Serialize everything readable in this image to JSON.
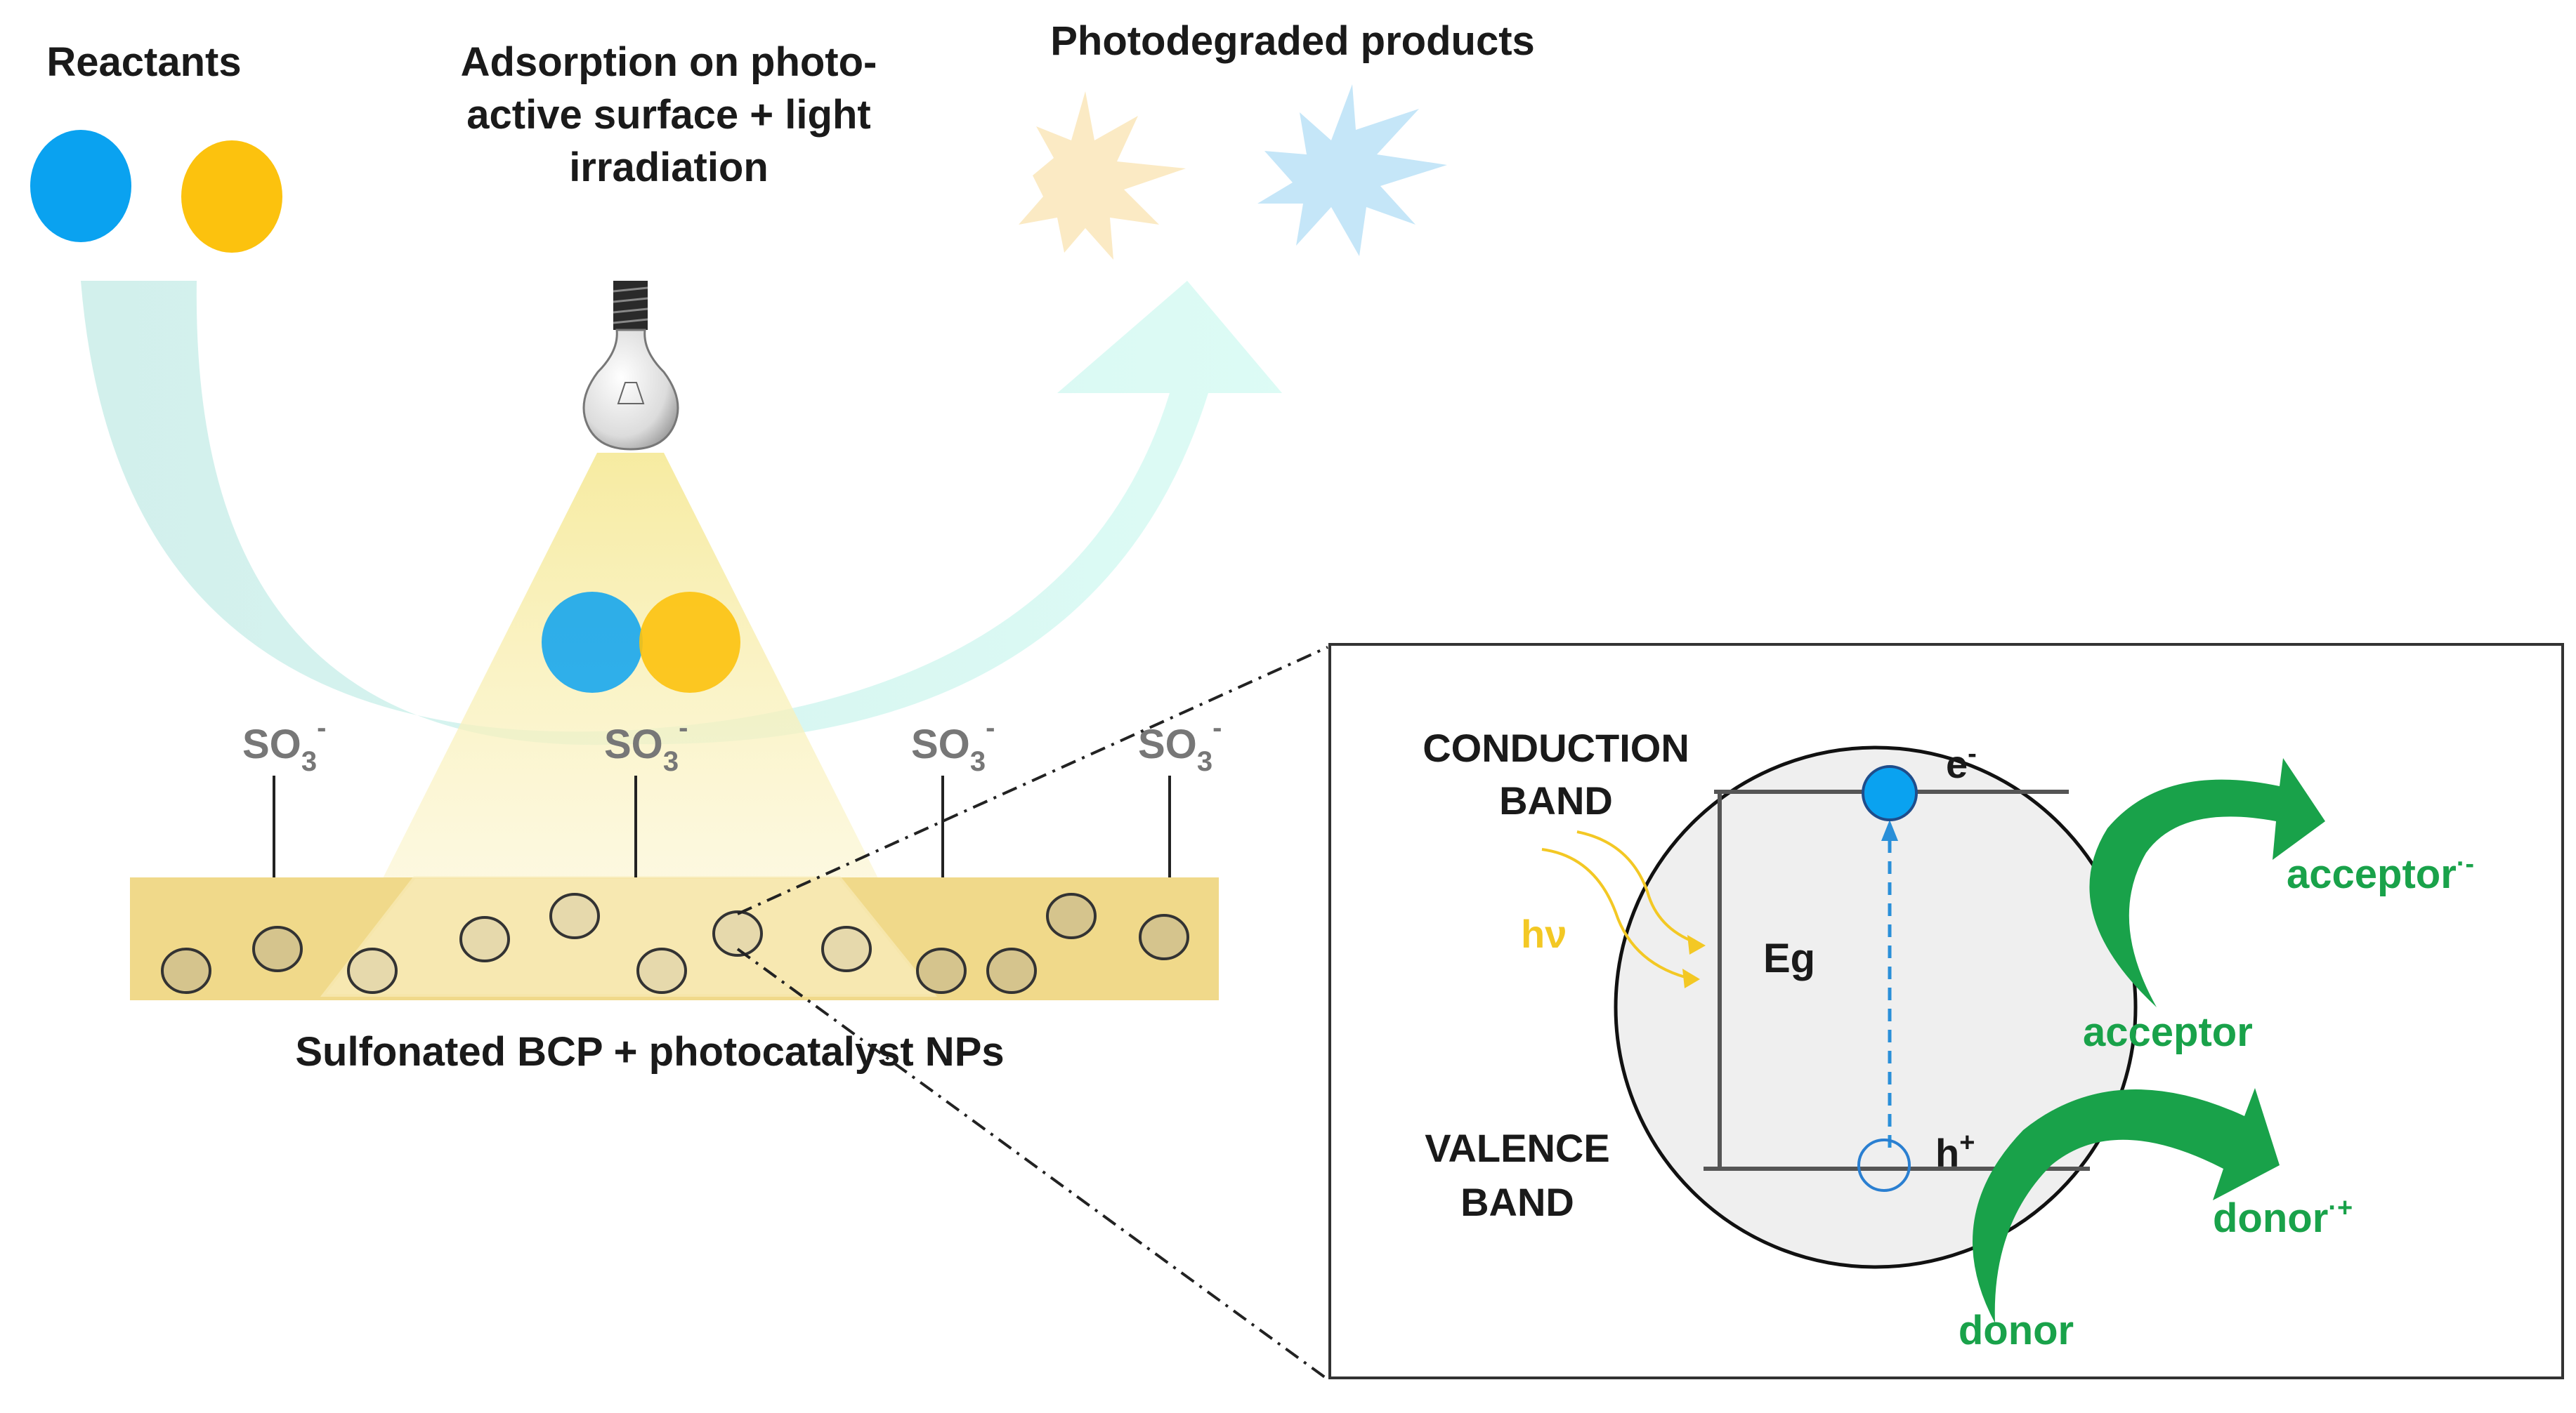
{
  "labels": {
    "reactants": "Reactants",
    "adsorption_line1": "Adsorption on photo-",
    "adsorption_line2": "active surface + light",
    "adsorption_line3": "irradiation",
    "products": "Photodegraded products",
    "substrate": "Sulfonated BCP + photocatalyst NPs",
    "sulfonate_base": "SO",
    "sulfonate_sub": "3",
    "sulfonate_sup": "-"
  },
  "band_diagram": {
    "conduction_line1": "CONDUCTION",
    "conduction_line2": "BAND",
    "valence_line1": "VALENCE",
    "valence_line2": "BAND",
    "gap": "Eg",
    "photon_h": "h",
    "photon_nu": "ν",
    "electron": "e",
    "electron_sup": "-",
    "hole": "h",
    "hole_sup": "+",
    "acceptor": "acceptor",
    "acceptor_product": "acceptor",
    "acceptor_product_sup": "·-",
    "donor": "donor",
    "donor_product": "donor",
    "donor_product_sup": "·+"
  },
  "colors": {
    "reactant_blue": "#0aa2f0",
    "reactant_yellow": "#fcc20e",
    "product_yellow": "#fbeac4",
    "product_blue": "#c5e6f8",
    "arrow_teal": "#d3f3f0",
    "substrate": "#f0d98a",
    "nanoparticle": "#d5c48d",
    "light_beam": "#fcf4c8",
    "label_gray": "#777777",
    "green": "#19a24a",
    "photon_yellow": "#f3c824",
    "panel_gray": "#efefef"
  }
}
